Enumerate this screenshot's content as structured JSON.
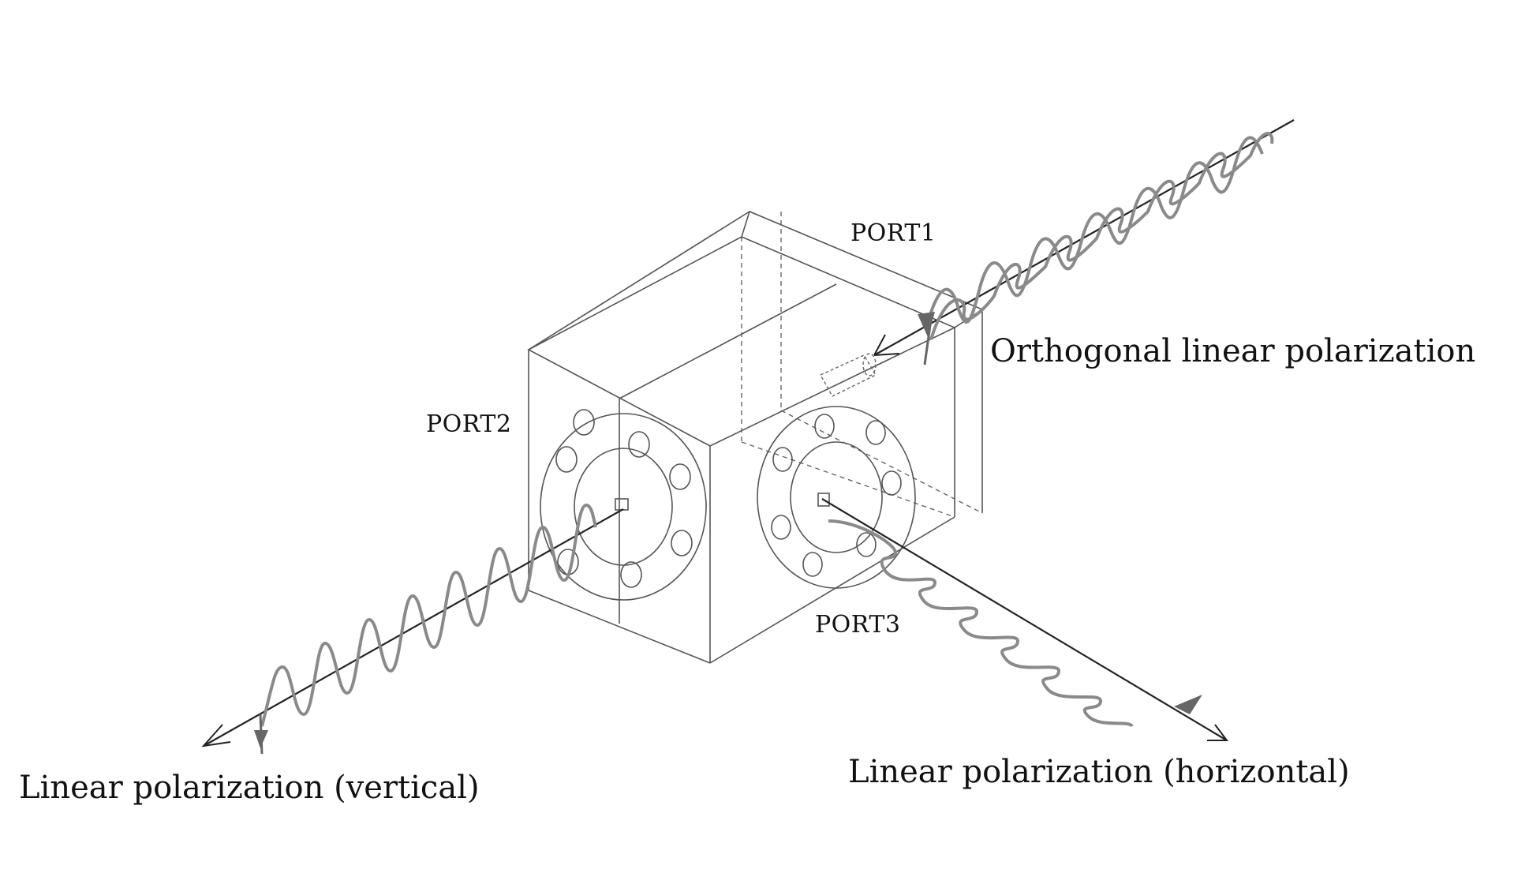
{
  "ports": {
    "port1": "PORT1",
    "port2": "PORT2",
    "port3": "PORT3"
  },
  "beams": {
    "input": "Orthogonal linear polarization",
    "output_vertical": "Linear polarization (vertical)",
    "output_horizontal": "Linear polarization (horizontal)"
  },
  "colors": {
    "line": "#555555",
    "wave": "#8a8a8a",
    "text": "#111111"
  }
}
